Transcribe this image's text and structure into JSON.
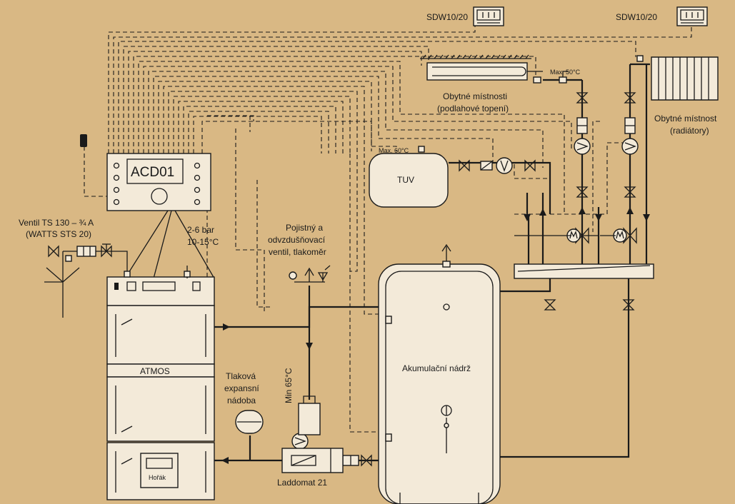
{
  "colors": {
    "background": "#d9b884",
    "lines": "#1a1a1a",
    "equipment_fill": "#f3ead9"
  },
  "labels": {
    "sdw_left": "SDW10/20",
    "sdw_right": "SDW10/20",
    "controller": "ACD01",
    "floor_rooms_line1": "Obytné místnosti",
    "floor_rooms_line2": "(podlahové topení)",
    "max50": "Max. 50°C",
    "radiator_rooms_line1": "Obytné místnost",
    "radiator_rooms_line2": "(radiátory)",
    "max60": "Max. 60°C",
    "tuv": "TUV",
    "ventil_line1": "Ventil TS 130 – ¾ A",
    "ventil_line2": "(WATTS STS 20)",
    "pressure_line1": "2-6 bar",
    "pressure_line2": "10-15°C",
    "safety_line1": "Pojistný a",
    "safety_line2": "odvzdušňovací",
    "safety_line3": "ventil, tlakoměr",
    "boiler_brand": "ATMOS",
    "expansion_line1": "Tlaková",
    "expansion_line2": "expansní",
    "expansion_line3": "nádoba",
    "min65": "Min 65°C",
    "tank": "Akumulační nádrž",
    "laddomat": "Laddomat 21",
    "burner": "Hořák"
  },
  "icons": [
    "display-icon",
    "pump-icon",
    "valve-icon",
    "mixing-valve-icon",
    "air-vent-icon",
    "pressure-gauge-icon",
    "thermometer-icon",
    "safety-valve-icon",
    "filter-icon"
  ]
}
